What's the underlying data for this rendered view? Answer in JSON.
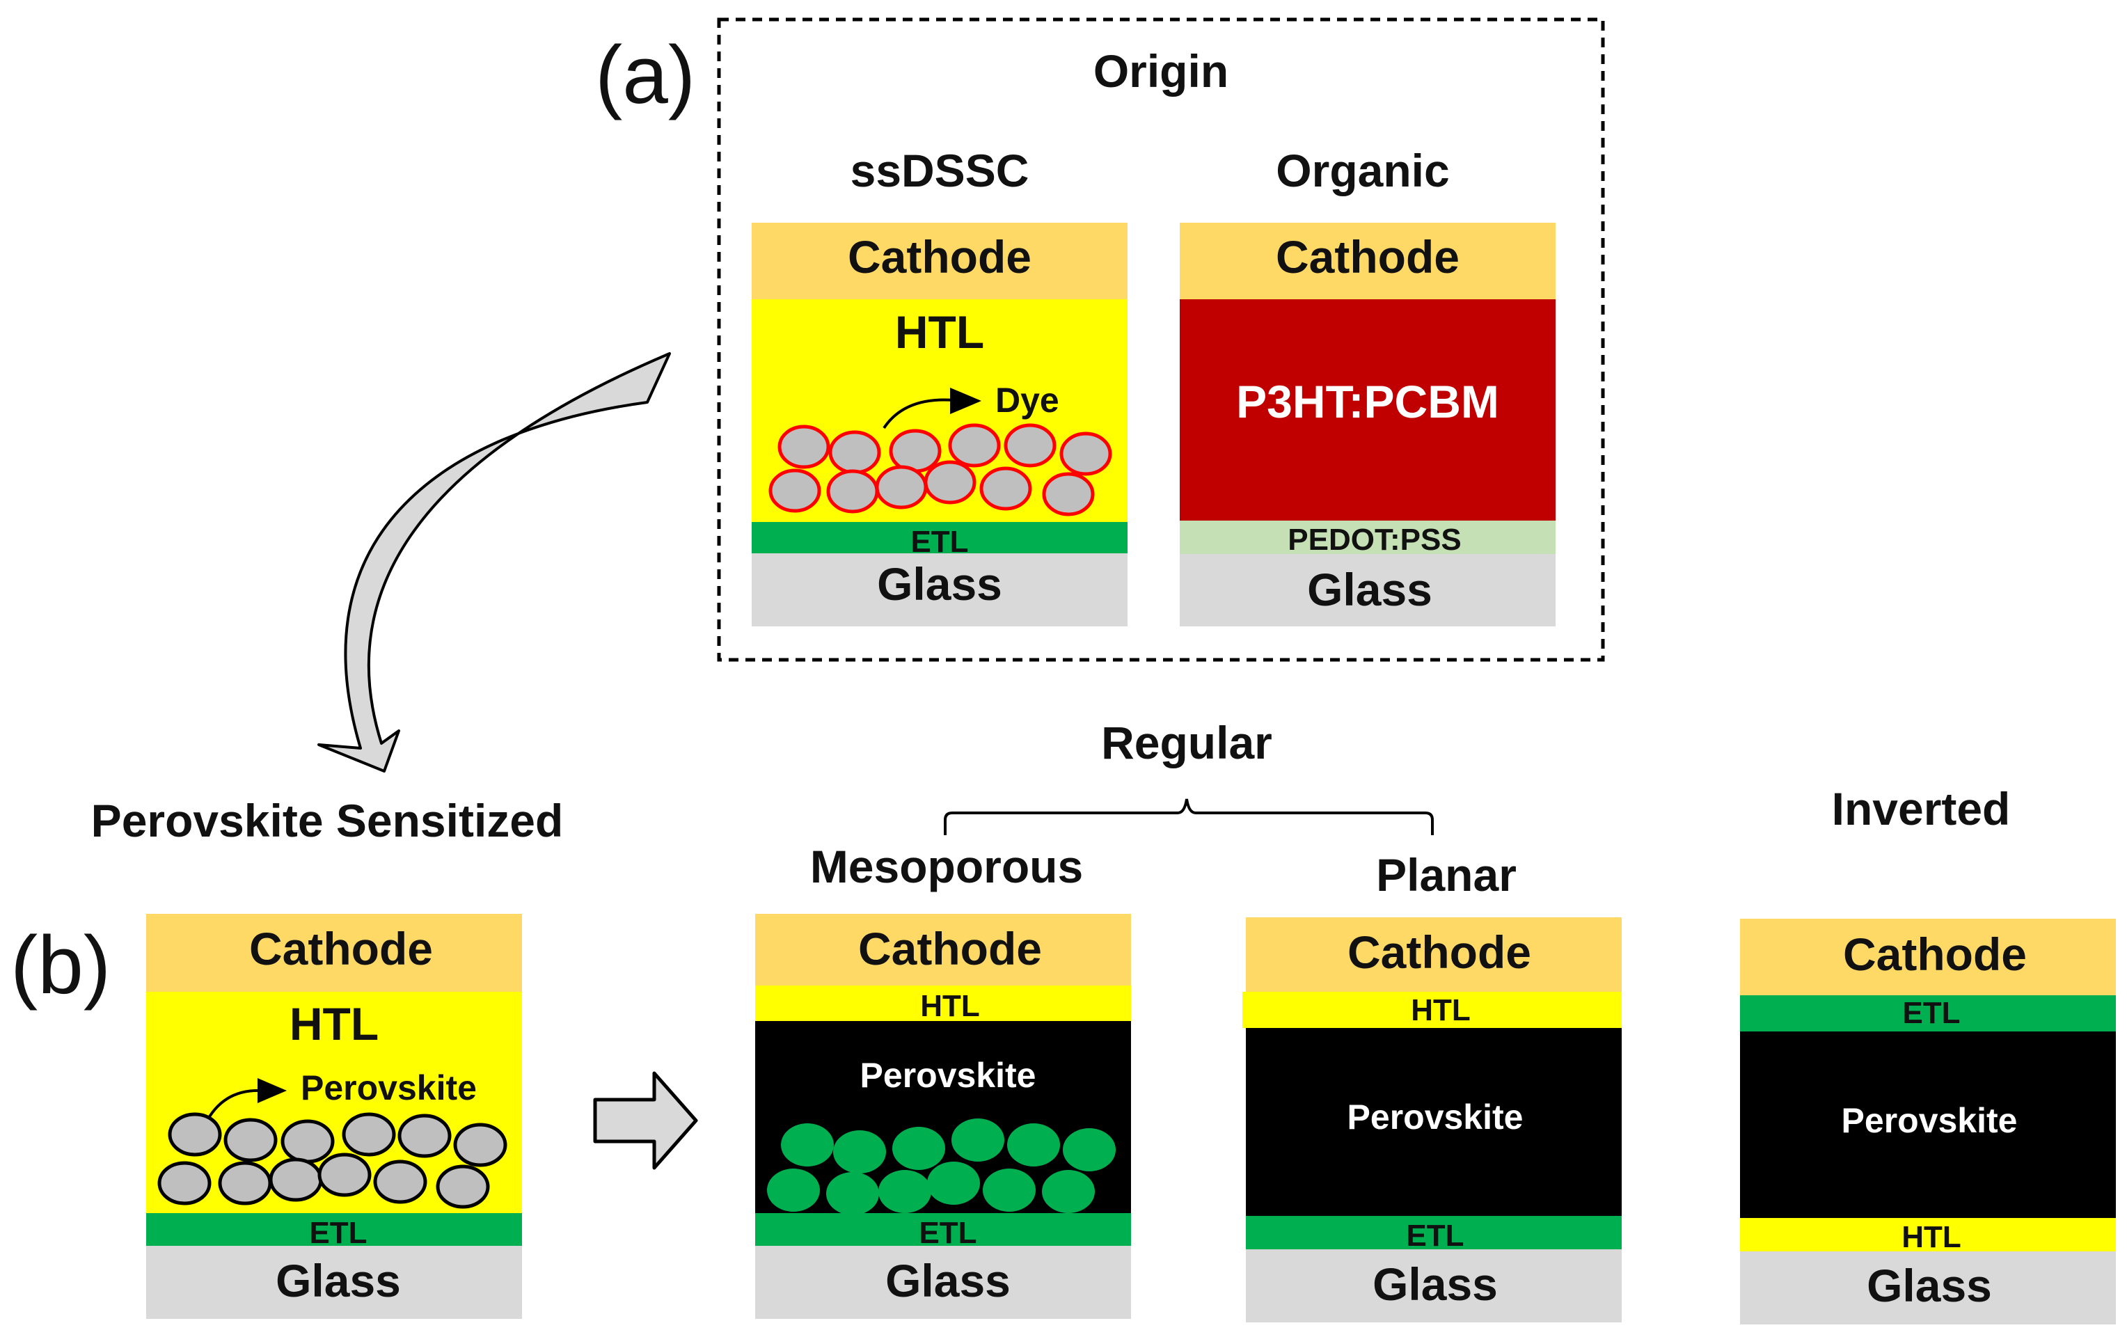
{
  "panel_labels": {
    "a": "(a)",
    "b": "(b)"
  },
  "origin_title": "Origin",
  "regular_title": "Regular",
  "headings": {
    "ssdssc": "ssDSSC",
    "organic": "Organic",
    "perovskite_sensitized": "Perovskite Sensitized",
    "mesoporous": "Mesoporous",
    "planar": "Planar",
    "inverted": "Inverted"
  },
  "ssdssc": {
    "cathode": "Cathode",
    "htl": "HTL",
    "dye": "Dye",
    "etl": "ETL",
    "glass": "Glass"
  },
  "organic": {
    "cathode": "Cathode",
    "active": "P3HT:PCBM",
    "pedot": "PEDOT:PSS",
    "glass": "Glass"
  },
  "sensitized": {
    "cathode": "Cathode",
    "htl": "HTL",
    "perovskite": "Perovskite",
    "etl": "ETL",
    "glass": "Glass"
  },
  "mesoporous": {
    "cathode": "Cathode",
    "htl": "HTL",
    "perovskite": "Perovskite",
    "etl": "ETL",
    "glass": "Glass"
  },
  "planar": {
    "cathode": "Cathode",
    "htl": "HTL",
    "perovskite": "Perovskite",
    "etl": "ETL",
    "glass": "Glass"
  },
  "inverted": {
    "cathode": "Cathode",
    "etl": "ETL",
    "perovskite": "Perovskite",
    "htl": "HTL",
    "glass": "Glass"
  },
  "colors": {
    "cathode": "#FFD966",
    "htl": "#FFFF00",
    "etl": "#00B050",
    "glass": "#D9D9D9",
    "active_organic": "#C00000",
    "pedot": "#C5E0B4",
    "perovskite": "#000000",
    "particle_gray": "#BFBFBF",
    "particle_red_outline": "#FF0000",
    "particle_green": "#00B050",
    "arrow_gray": "#D9D9D9"
  }
}
